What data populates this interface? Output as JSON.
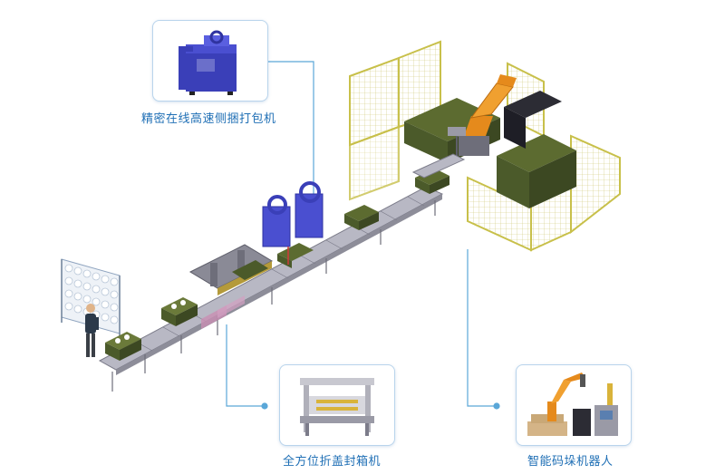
{
  "callouts": [
    {
      "id": "strapping",
      "label": "精密在线高速侧捆打包机"
    },
    {
      "id": "sealer",
      "label": "全方位折盖封箱机"
    },
    {
      "id": "palletizer",
      "label": "智能码垛机器人"
    }
  ],
  "colors": {
    "accent": "#1f6fb5",
    "connector": "#5aa7d8",
    "fence": "#c8c04a",
    "robot": "#e58a1c",
    "machine": "#4a4fd0",
    "carton": "#4b5a2a",
    "conveyor": "#9a9aa6"
  },
  "icons": [
    "strapping-machine-icon",
    "case-sealer-icon",
    "palletizing-robot-icon",
    "operator-figure",
    "yarn-rack"
  ]
}
